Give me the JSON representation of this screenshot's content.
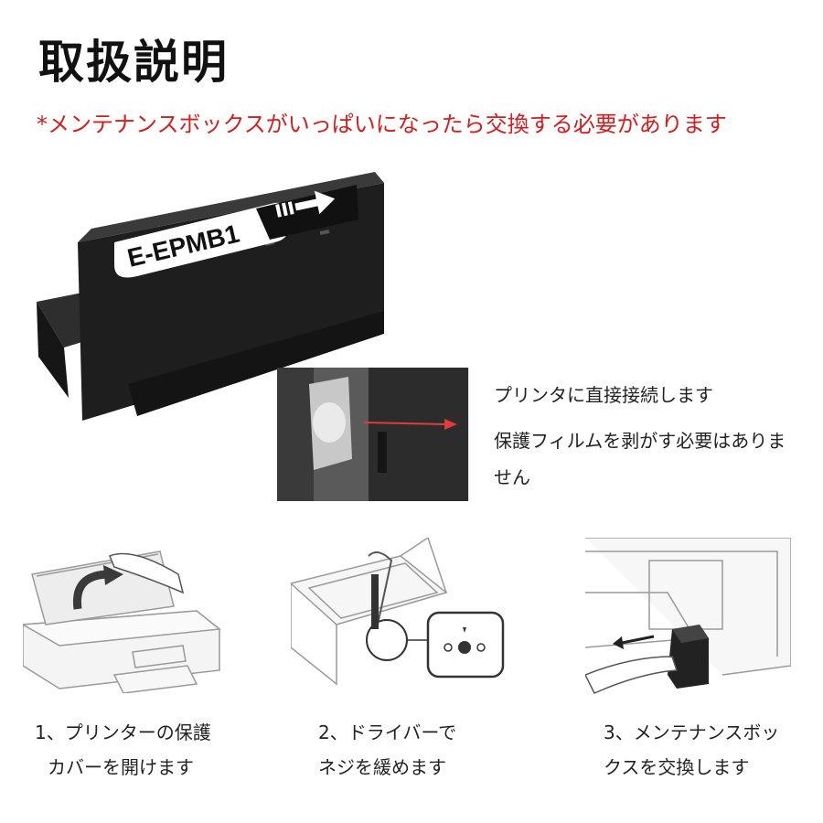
{
  "title": "取扱説明",
  "warning": "*メンテナンスボックスがいっぱいになったら交換する必要があります",
  "product": {
    "label": "E-EPMB1"
  },
  "notes": {
    "direct_connect": "プリンタに直接接続します",
    "no_film": "保護フィルムを剥がす必要はありません"
  },
  "steps": [
    {
      "line1": "1、プリンターの保護",
      "line2": "カバーを開けます"
    },
    {
      "line1": "2、ドライバーで",
      "line2": "ネジを緩めます"
    },
    {
      "line1": "3、メンテナンスボッ",
      "line2": "クスを交換します"
    }
  ],
  "colors": {
    "accent": "#d61c1c",
    "text": "#222222",
    "box": "#1c1c1c"
  }
}
